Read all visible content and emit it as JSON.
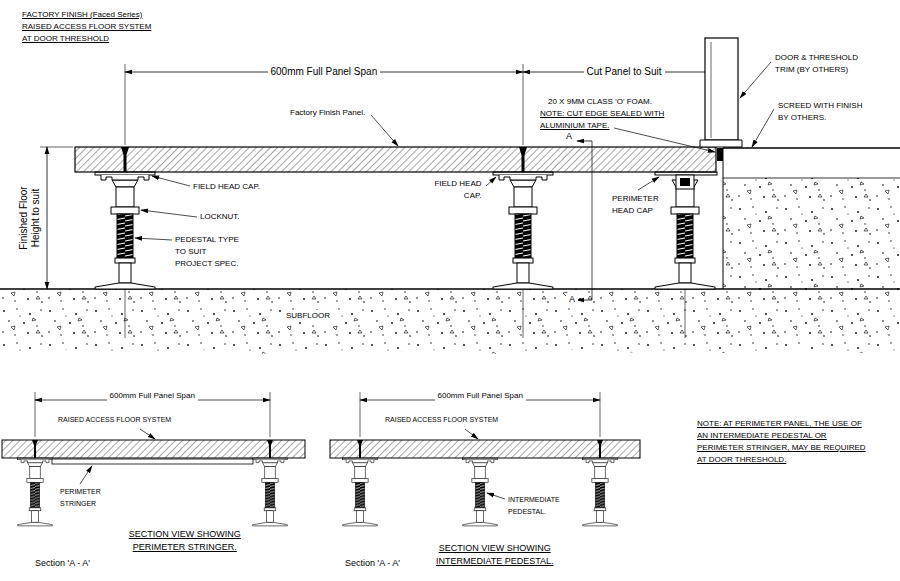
{
  "diagram": {
    "title": "FACTORY FINISH (Faced Series) RAISED ACCESS FLOOR SYSTEM AT DOOR THRESHOLD",
    "labels": [
      "600mm Full Panel Span",
      "Cut Panel to Suit",
      "DOOR & THRESHOLD TRIM (BY OTHERS)",
      "SCREED WITH FINISH BY OTHERS.",
      "Factory Finish Panel.",
      "20 X 9MM CLASS 'O' FOAM.",
      "NOTE: CUT EDGE SEALED WITH ALUMINIUM TAPE.",
      "A",
      "Finished Floor Height to suit",
      "FIELD HEAD CAP.",
      "FIELD HEAD CAP.",
      "LOCKNUT.",
      "PERIMETER HEAD CAP",
      "PEDESTAL TYPE TO SUIT PROJECT SPEC.",
      "A",
      "SUBFLOOR",
      "600mm Full Panel Span",
      "RAISED ACCESS FLOOR SYSTEM",
      "600mm Full Panel Span",
      "RAISED ACCESS FLOOR SYSTEM",
      "NOTE: AT PERIMETER PANEL, THE USE OF AN INTERMEDIATE PEDESTAL OR PERIMETER STRINGER, MAY BE REQUIRED AT DOOR THRESHOLD.",
      "PERIMETER STRINGER",
      "INTERMEDIATE PEDESTAL.",
      "SECTION VIEW SHOWING PERIMETER STRINGER.",
      "SECTION VIEW SHOWING INTERMEDIATE PEDESTAL.",
      "Section 'A - A'",
      "Section 'A - A'"
    ]
  }
}
